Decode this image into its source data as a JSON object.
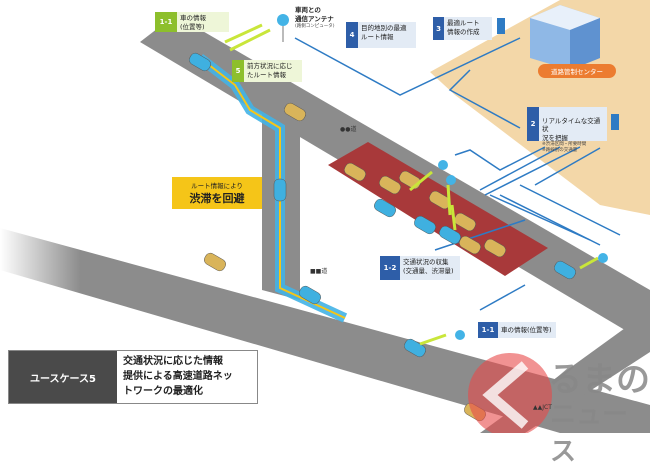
{
  "steps": {
    "s1_1_top": {
      "num": "1-1",
      "text": "車の情報\n(位置等)"
    },
    "s5": {
      "num": "5",
      "text": "前方状況に応じ\nたルート情報"
    },
    "s4": {
      "num": "4",
      "text": "目的地別の最適\nルート情報"
    },
    "s3": {
      "num": "3",
      "text": "最適ルート\n情報の作成"
    },
    "s2": {
      "num": "2",
      "text": "リアルタイムな交通状\n況を把握",
      "notes": "※渋滞区間・所要時間\n※路線別の交通量"
    },
    "s1_2": {
      "num": "1-2",
      "text": "交通状況の収集\n(交通量、渋滞量)"
    },
    "s1_1_bottom": {
      "num": "1-1",
      "text": "車の情報(位置等)"
    }
  },
  "antenna": {
    "title": "車両との\n通信アンテナ",
    "subtitle": "(路側コンピュータ)"
  },
  "control_center": "道路管制センター",
  "callout": {
    "line1": "ルート情報により",
    "line2": "渋滞を回避"
  },
  "roads": {
    "upper": "●●道",
    "lower": "■■道",
    "jct": "▲▲JCT"
  },
  "title_box": {
    "label": "ユースケース5",
    "text": "交通状況に応じた情報\n提供による高速道路ネッ\nトワークの最適化"
  },
  "logo": {
    "line1": "るまの",
    "line2": "ニュース"
  },
  "colors": {
    "green": "#8dbf2c",
    "blue": "#2e5ea8",
    "yellow": "#f5c518",
    "orange": "#ec7c30",
    "road": "#8c8c8c",
    "jam": "#a8393a",
    "beige": "#f3d7a8"
  }
}
